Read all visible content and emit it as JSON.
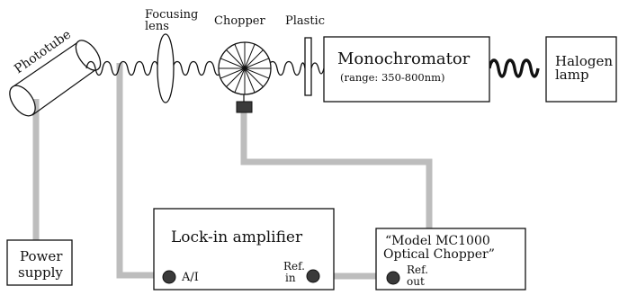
{
  "labels": {
    "phototube": "Phototube",
    "focusing_lens_line1": "Focusing",
    "focusing_lens_line2": "lens",
    "chopper": "Chopper",
    "plastic": "Plastic",
    "monochromator": "Monochromator",
    "monochromator_range": "(range: 350-800nm)",
    "halogen_line1": "Halogen",
    "halogen_line2": "lamp",
    "power_supply_line1": "Power",
    "power_supply_line2": "supply",
    "lockin": "Lock-in amplifier",
    "lockin_ai": "A/I",
    "lockin_ref_line1": "Ref.",
    "lockin_ref_line2": "in",
    "chopper_ctrl_line1": "“Model MC1000",
    "chopper_ctrl_line2": "Optical Chopper”",
    "chopper_ctrl_ref_line1": "Ref.",
    "chopper_ctrl_ref_line2": "out"
  },
  "colors": {
    "cable": "#bdbdbd",
    "outline": "#111111",
    "jack": "#3a3a3a"
  }
}
